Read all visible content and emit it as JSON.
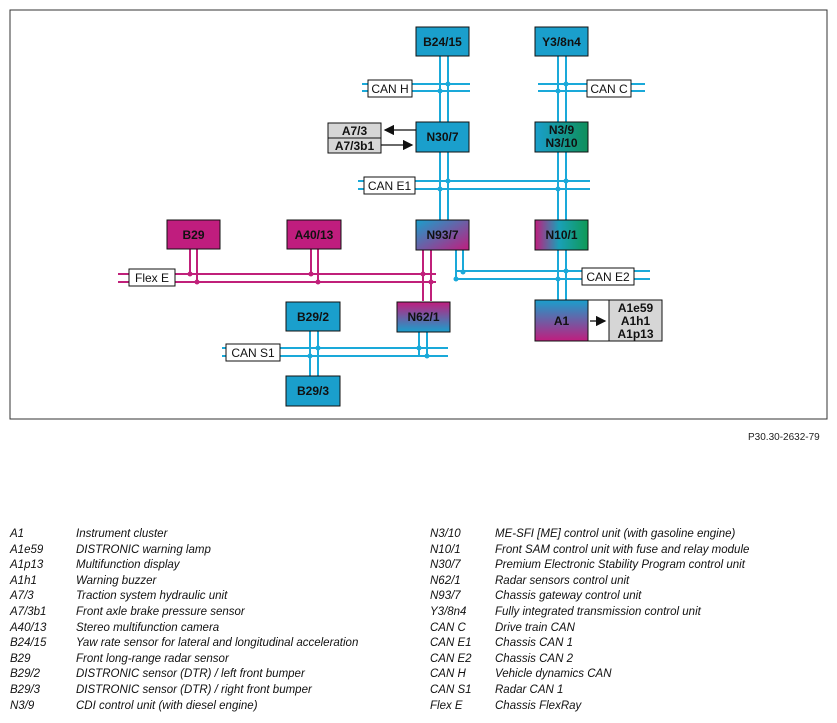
{
  "diagram": {
    "reference": "P30.30-2632-79",
    "bus_labels": {
      "can_h": "CAN H",
      "can_c": "CAN C",
      "can_e1": "CAN E1",
      "can_e2": "CAN E2",
      "can_s1": "CAN S1",
      "flex_e": "Flex E"
    },
    "modules": {
      "b24_15": "B24/15",
      "y3_8n4": "Y3/8n4",
      "n30_7": "N30/7",
      "n3_9": "N3/9",
      "n3_10": "N3/10",
      "b29": "B29",
      "a40_13": "A40/13",
      "n93_7": "N93/7",
      "n10_1": "N10/1",
      "b29_2": "B29/2",
      "n62_1": "N62/1",
      "a1": "A1",
      "b29_3": "B29/3"
    },
    "sub_boxes": {
      "a7_3": "A7/3",
      "a7_3b1": "A7/3b1",
      "a1e59": "A1e59",
      "a1h1": "A1h1",
      "a1p13": "A1p13"
    },
    "colors": {
      "can_bus": "#1aa9d9",
      "flexray_bus": "#c0207a",
      "module_cyan": "#1a9fcc",
      "module_magenta": "#c01d7e",
      "sub_box_gray": "#d6d6d6"
    }
  },
  "legend": {
    "left": [
      {
        "code": "A1",
        "desc": "Instrument cluster"
      },
      {
        "code": "A1e59",
        "desc": "DISTRONIC warning lamp"
      },
      {
        "code": "A1p13",
        "desc": "Multifunction display"
      },
      {
        "code": "A1h1",
        "desc": "Warning buzzer"
      },
      {
        "code": "A7/3",
        "desc": "Traction system hydraulic unit"
      },
      {
        "code": "A7/3b1",
        "desc": "Front axle brake pressure sensor"
      },
      {
        "code": "A40/13",
        "desc": "Stereo multifunction camera"
      },
      {
        "code": "B24/15",
        "desc": "Yaw rate sensor for lateral and longitudinal acceleration"
      },
      {
        "code": "B29",
        "desc": "Front long-range radar sensor"
      },
      {
        "code": "B29/2",
        "desc": "DISTRONIC sensor (DTR) / left front bumper"
      },
      {
        "code": "B29/3",
        "desc": "DISTRONIC sensor (DTR) / right front bumper"
      },
      {
        "code": "N3/9",
        "desc": "CDI control unit (with diesel engine)"
      }
    ],
    "right": [
      {
        "code": "N3/10",
        "desc": "ME-SFI [ME] control unit (with gasoline engine)"
      },
      {
        "code": "N10/1",
        "desc": "Front SAM control unit with fuse and relay module"
      },
      {
        "code": "N30/7",
        "desc": "Premium Electronic Stability Program control unit"
      },
      {
        "code": "N62/1",
        "desc": "Radar sensors control unit"
      },
      {
        "code": "N93/7",
        "desc": "Chassis gateway control unit"
      },
      {
        "code": "Y3/8n4",
        "desc": "Fully integrated transmission control unit"
      },
      {
        "code": "CAN C",
        "desc": "Drive train CAN"
      },
      {
        "code": "CAN E1",
        "desc": "Chassis CAN 1"
      },
      {
        "code": "CAN E2",
        "desc": "Chassis CAN 2"
      },
      {
        "code": "CAN H",
        "desc": "Vehicle dynamics CAN"
      },
      {
        "code": "CAN S1",
        "desc": "Radar CAN 1"
      },
      {
        "code": "Flex E",
        "desc": "Chassis FlexRay"
      }
    ]
  }
}
